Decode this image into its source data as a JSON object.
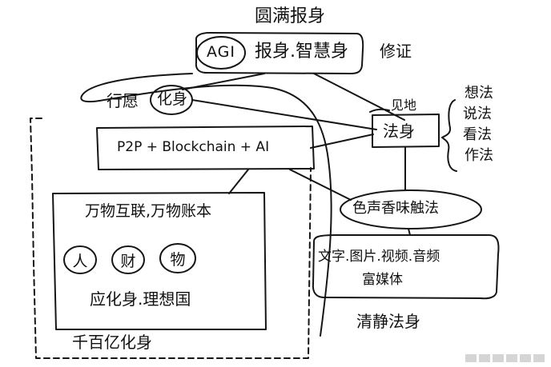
{
  "diagram": {
    "top_title": "圆满报身",
    "agi_label": "AGI",
    "wisdom_body": "报身.智慧身",
    "cultivation_note": "修证",
    "vow_label": "行愿",
    "transform_label": "化身",
    "tech_stack": "P2P + Blockchain + AI",
    "insight_label": "见地",
    "dharma_body": "法身",
    "views": [
      "想法",
      "说法",
      "看法",
      "作法"
    ],
    "senses": "色声香味触法",
    "iot_line": "万物互联,万物账本",
    "circles": [
      "人",
      "财",
      "物"
    ],
    "ideal_line": "应化身.理想国",
    "media_line1": "文字.图片.视频.音频",
    "media_line2": "富媒体",
    "billion_label": "千百亿化身",
    "pure_dharma": "清静法身"
  }
}
